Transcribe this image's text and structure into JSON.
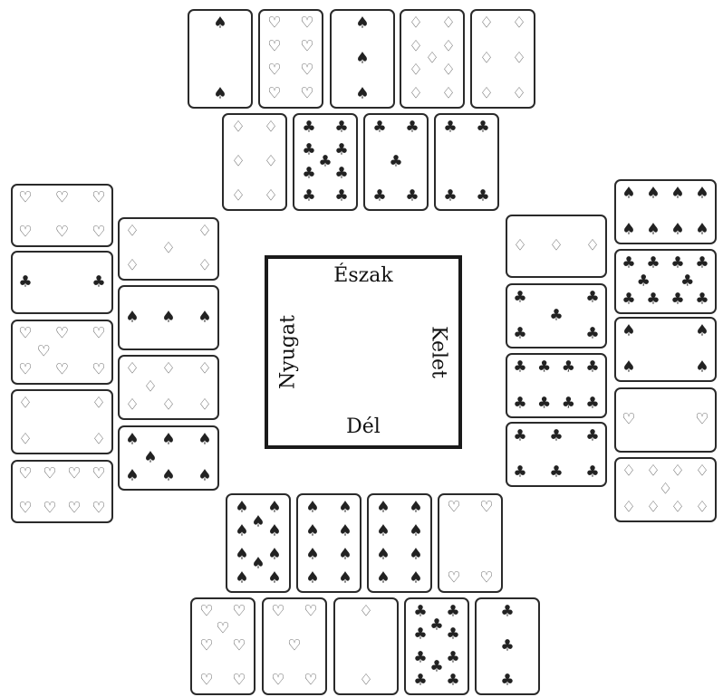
{
  "table": {
    "north": "Észak",
    "south": "Dél",
    "west": "Nyugat",
    "east": "Kelet"
  },
  "colors": {
    "ink": "#222222",
    "paper": "#ffffff"
  },
  "hands": {
    "north": [
      {
        "suit": "spade",
        "rank": "2"
      },
      {
        "suit": "heart",
        "rank": "8"
      },
      {
        "suit": "spade",
        "rank": "3"
      },
      {
        "suit": "diamond",
        "rank": "9"
      },
      {
        "suit": "diamond",
        "rank": "6"
      },
      {
        "suit": "diamond",
        "rank": "6"
      },
      {
        "suit": "club",
        "rank": "9"
      },
      {
        "suit": "club",
        "rank": "5"
      },
      {
        "suit": "club",
        "rank": "4"
      }
    ],
    "west": [
      {
        "suit": "heart",
        "rank": "6"
      },
      {
        "suit": "club",
        "rank": "2"
      },
      {
        "suit": "heart",
        "rank": "7"
      },
      {
        "suit": "diamond",
        "rank": "4"
      },
      {
        "suit": "heart",
        "rank": "8"
      },
      {
        "suit": "diamond",
        "rank": "5"
      },
      {
        "suit": "spade",
        "rank": "3"
      },
      {
        "suit": "diamond",
        "rank": "7"
      },
      {
        "suit": "spade",
        "rank": "7"
      }
    ],
    "east": [
      {
        "suit": "spade",
        "rank": "8"
      },
      {
        "suit": "diamond",
        "rank": "3"
      },
      {
        "suit": "club",
        "rank": "5"
      },
      {
        "suit": "club",
        "rank": "10"
      },
      {
        "suit": "spade",
        "rank": "4"
      },
      {
        "suit": "club",
        "rank": "8"
      },
      {
        "suit": "heart",
        "rank": "2"
      },
      {
        "suit": "club",
        "rank": "6"
      },
      {
        "suit": "diamond",
        "rank": "9"
      }
    ],
    "south": [
      {
        "suit": "spade",
        "rank": "10"
      },
      {
        "suit": "spade",
        "rank": "8"
      },
      {
        "suit": "spade",
        "rank": "8"
      },
      {
        "suit": "heart",
        "rank": "7"
      },
      {
        "suit": "heart",
        "rank": "5"
      },
      {
        "suit": "heart",
        "rank": "4"
      },
      {
        "suit": "diamond",
        "rank": "2"
      },
      {
        "suit": "club",
        "rank": "10"
      },
      {
        "suit": "club",
        "rank": "3"
      }
    ]
  }
}
